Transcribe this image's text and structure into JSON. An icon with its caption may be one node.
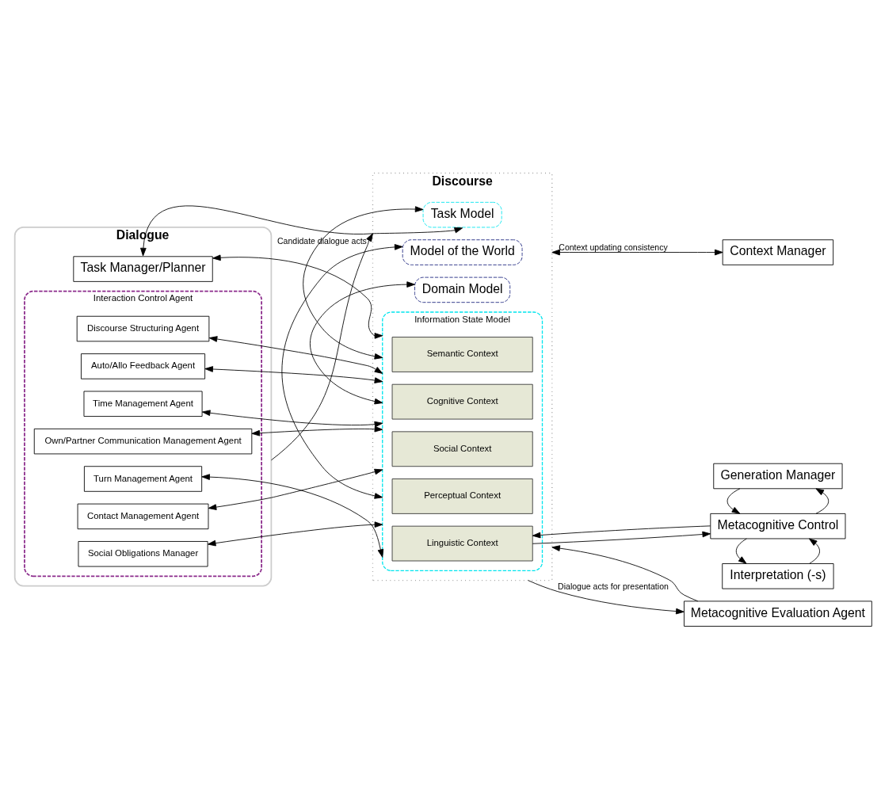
{
  "diagram": {
    "nodes": [
      {
        "text": [
          "Dialogue"
        ]
      },
      {
        "text": [
          "Task Manager/Planner"
        ],
        "in": 0
      },
      {
        "text": [
          "Interaction Control Agent"
        ],
        "in": 0
      },
      {
        "text": [
          "Discourse Structuring Agent"
        ],
        "in": 2
      },
      {
        "text": [
          "Auto/Allo Feedback Agent"
        ],
        "in": 2
      },
      {
        "text": [
          "Time Management Agent"
        ],
        "in": 2
      },
      {
        "text": [
          "Own/Partner Communication Management Agent"
        ],
        "in": 2
      },
      {
        "text": [
          "Contact Management Agent"
        ],
        "in": 2
      },
      {
        "text": [
          "Social Obligations Manager"
        ],
        "in": 2
      },
      {
        "text": [
          "Turn Management Agent"
        ],
        "in": 2
      },
      {
        "text": [
          "Discourse"
        ]
      },
      {
        "text": [
          "Task Model"
        ],
        "in": 10
      },
      {
        "text": [
          "Domain Model"
        ],
        "in": 10
      },
      {
        "text": [
          "Model of the World"
        ],
        "in": 10
      },
      {
        "text": [
          "Information State Model"
        ],
        "in": 10
      },
      {
        "text": [
          "Semantic Context"
        ],
        "in": 14
      },
      {
        "text": [
          "Cognitive Context"
        ],
        "in": 14
      },
      {
        "text": [
          "Perceptual Context"
        ],
        "in": 14
      },
      {
        "text": [
          "Social Context"
        ],
        "in": 14
      },
      {
        "text": [
          "Linguistic Context"
        ],
        "in": 14
      },
      {
        "text": [
          "Context Manager"
        ]
      },
      {
        "text": [
          "Interpretation (-s)"
        ]
      },
      {
        "text": [
          "Metacognitive Control"
        ]
      },
      {
        "text": [
          "Generation Manager"
        ]
      },
      {
        "text": [
          "Metacognitive Evaluation Agent"
        ]
      }
    ],
    "edges": [
      {
        "from": 1,
        "to": 11,
        "arrow": "both"
      },
      {
        "from": 1,
        "to": 14,
        "arrow": "both"
      },
      {
        "from": 3,
        "to": 14,
        "arrow": "both"
      },
      {
        "from": 4,
        "to": 14,
        "arrow": "both"
      },
      {
        "from": 5,
        "to": 14,
        "arrow": "both"
      },
      {
        "from": 6,
        "to": 14,
        "arrow": "both"
      },
      {
        "from": 7,
        "to": 14,
        "arrow": "both"
      },
      {
        "from": 8,
        "to": 14,
        "arrow": "both"
      },
      {
        "from": 9,
        "to": 14,
        "arrow": "both"
      },
      {
        "from": 14,
        "to": 11,
        "arrow": "both"
      },
      {
        "from": 14,
        "to": 12,
        "arrow": "both"
      },
      {
        "from": 14,
        "to": 13,
        "arrow": "both"
      },
      {
        "from": 10,
        "to": 20,
        "arrow": "both",
        "label": "Context updating consistency"
      },
      {
        "from": 19,
        "to": 22,
        "arrow": "to"
      },
      {
        "from": 22,
        "to": 19,
        "arrow": "to"
      },
      {
        "from": 21,
        "to": 22,
        "arrow": "to"
      },
      {
        "from": 22,
        "to": 21,
        "arrow": "to"
      },
      {
        "from": 22,
        "to": 23,
        "arrow": "to"
      },
      {
        "from": 23,
        "to": 22,
        "arrow": "to"
      },
      {
        "from": 0,
        "to": 10,
        "arrow": "to",
        "label": "Candidate dialogue acts"
      },
      {
        "from": 24,
        "to": 10,
        "arrow": "to"
      },
      {
        "from": 10,
        "to": 24,
        "arrow": "to",
        "label": "Dialogue acts for presentation"
      }
    ]
  }
}
